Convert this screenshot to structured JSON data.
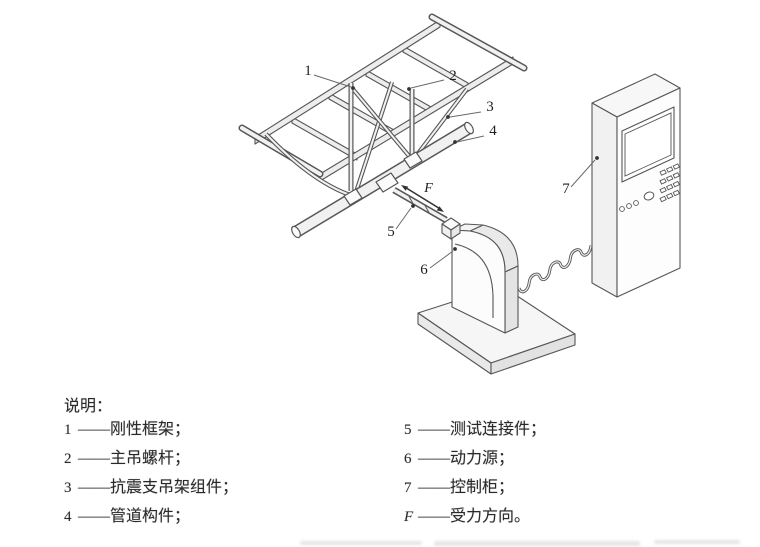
{
  "page": {
    "background": "#ffffff",
    "line_color": "#565656"
  },
  "diagram": {
    "part_labels": [
      {
        "id": "rigid-frame",
        "text": "1"
      },
      {
        "id": "main-hanger-rod",
        "text": "2"
      },
      {
        "id": "seismic-brace-assembly",
        "text": "3"
      },
      {
        "id": "pipe-component",
        "text": "4"
      },
      {
        "id": "test-connector",
        "text": "5"
      },
      {
        "id": "power-source",
        "text": "6"
      },
      {
        "id": "control-cabinet",
        "text": "7"
      },
      {
        "id": "force-direction",
        "text": "F"
      }
    ]
  },
  "legend": {
    "title": "说明：",
    "separator": "——",
    "items": [
      {
        "key": "1",
        "term": "刚性框架；"
      },
      {
        "key": "2",
        "term": "主吊螺杆；"
      },
      {
        "key": "3",
        "term": "抗震支吊架组件；"
      },
      {
        "key": "4",
        "term": "管道构件；"
      },
      {
        "key": "5",
        "term": "测试连接件；"
      },
      {
        "key": "6",
        "term": "动力源；"
      },
      {
        "key": "7",
        "term": "控制柜；"
      },
      {
        "key": "F",
        "term": "受力方向。"
      }
    ]
  }
}
